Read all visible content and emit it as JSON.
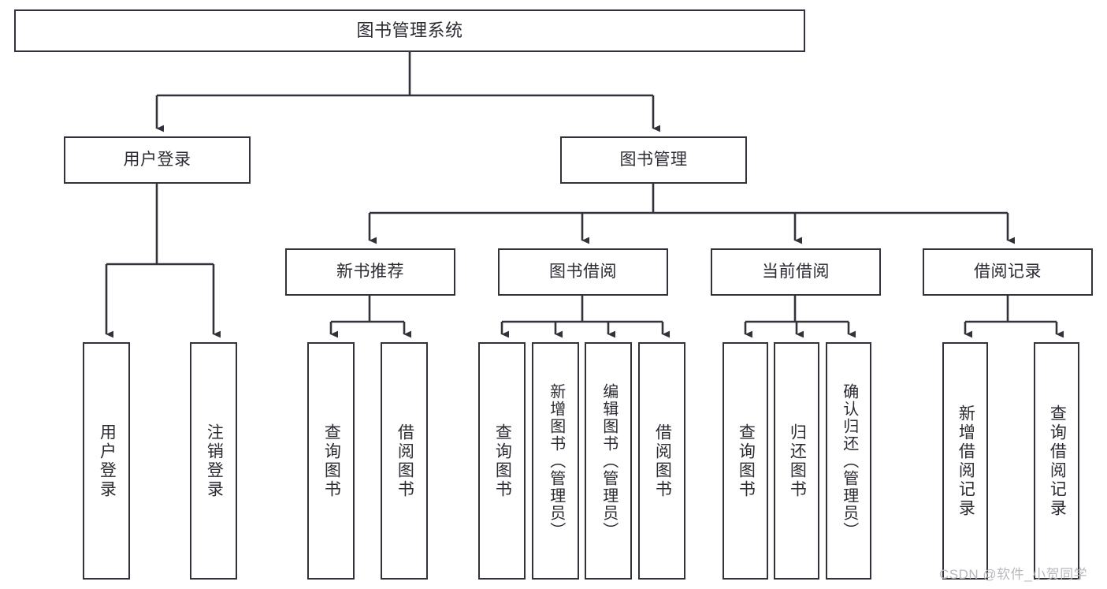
{
  "diagram": {
    "title": "图书管理系统",
    "type": "功能结构图",
    "line_color": "#32323a",
    "text_color": "#2b2b33",
    "background": "#ffffff"
  },
  "nodes": {
    "root": {
      "label": "图书管理系统"
    },
    "level1": [
      {
        "label": "用户登录"
      },
      {
        "label": "图书管理"
      }
    ],
    "level2": [
      {
        "label": "新书推荐"
      },
      {
        "label": "图书借阅"
      },
      {
        "label": "当前借阅"
      },
      {
        "label": "借阅记录"
      }
    ],
    "leaves_user_login": [
      {
        "label": "用户登录"
      },
      {
        "label": "注销登录"
      }
    ],
    "leaves_new_book": [
      {
        "label": "查询图书"
      },
      {
        "label": "借阅图书"
      }
    ],
    "leaves_borrow": [
      {
        "label": "查询图书"
      },
      {
        "label": "新增图书（管理员）"
      },
      {
        "label": "编辑图书（管理员）"
      },
      {
        "label": "借阅图书"
      }
    ],
    "leaves_current": [
      {
        "label": "查询图书"
      },
      {
        "label": "归还图书"
      },
      {
        "label": "确认归还（管理员）"
      }
    ],
    "leaves_record": [
      {
        "label": "新增借阅记录"
      },
      {
        "label": "查询借阅记录"
      }
    ]
  },
  "watermark": {
    "text": "CSDN @软件_小贺同学"
  }
}
